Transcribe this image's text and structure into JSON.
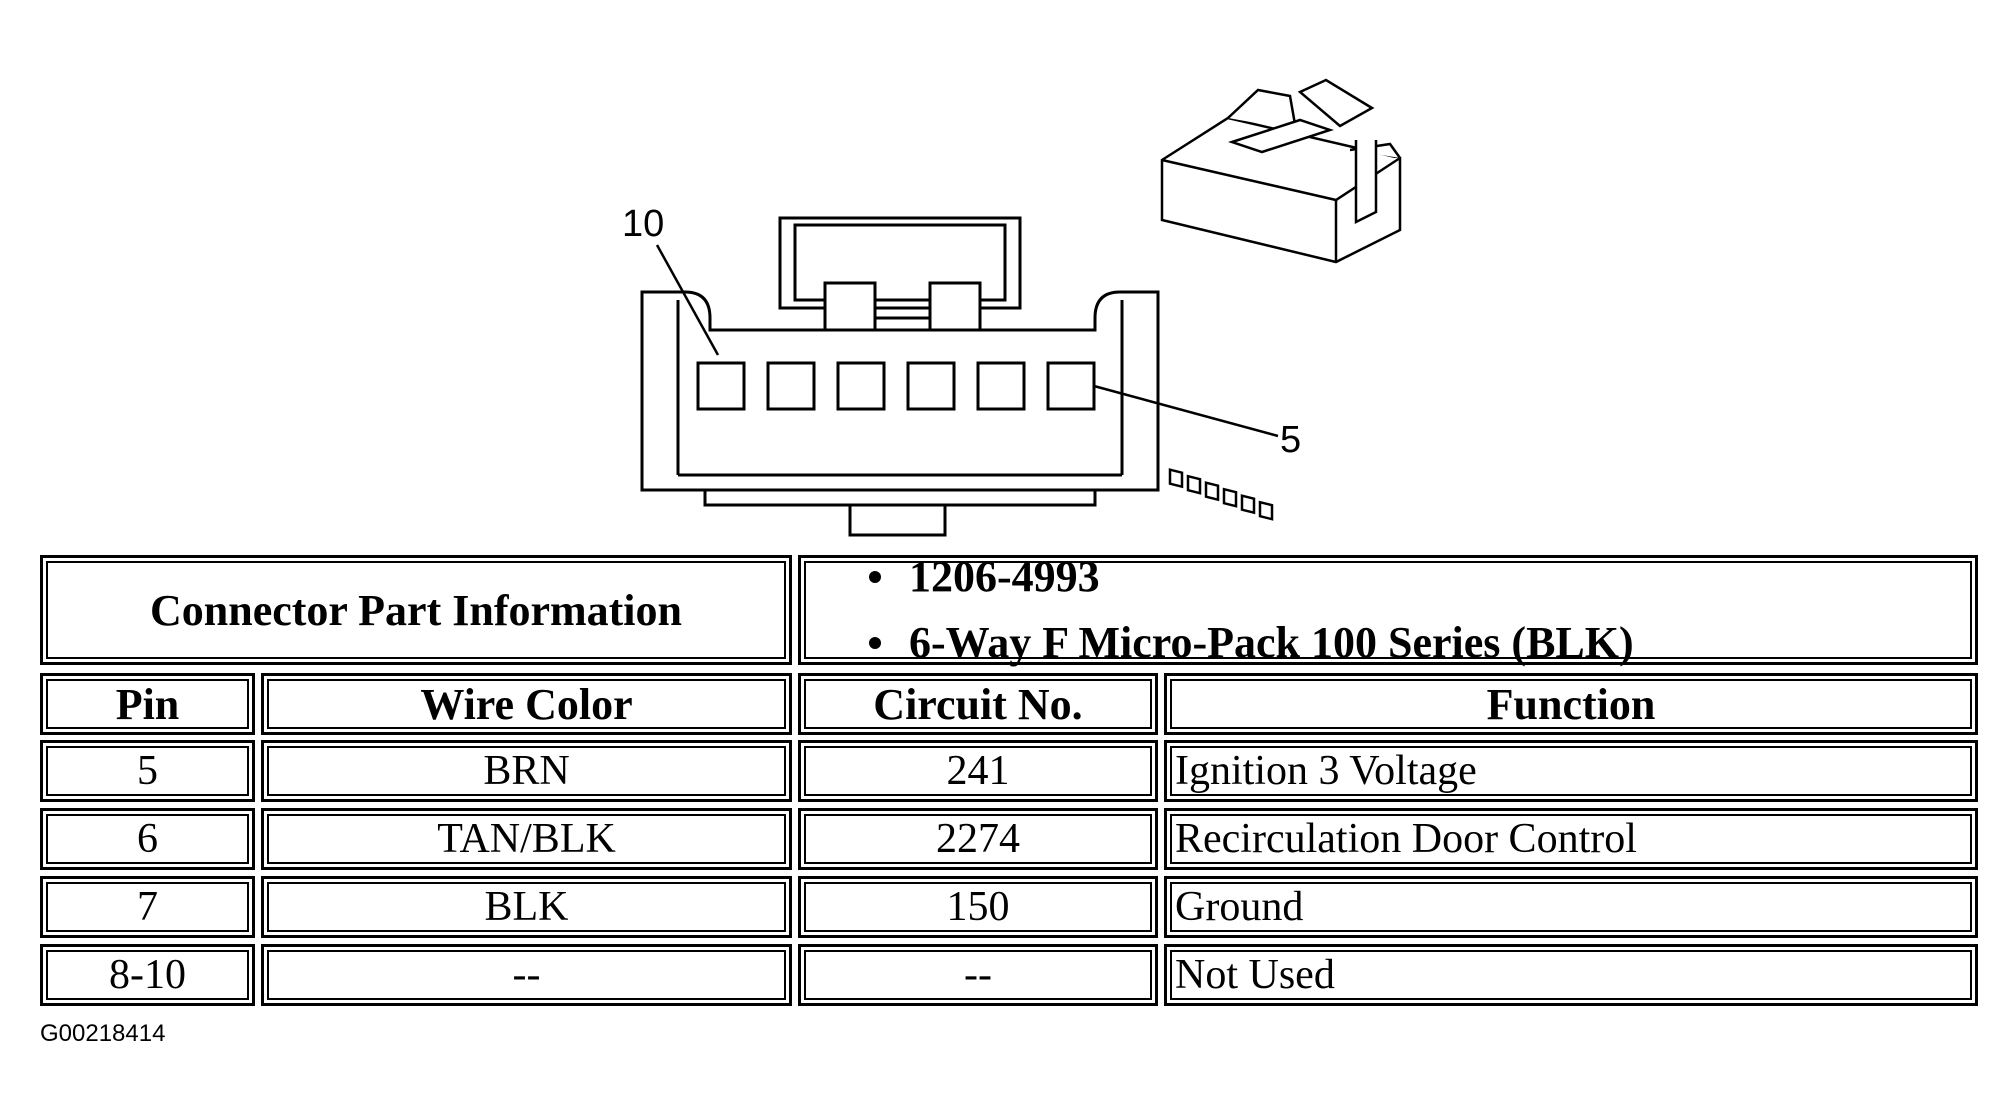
{
  "diagram": {
    "callout_pin_10": "10",
    "callout_pin_5": "5"
  },
  "connector_info": {
    "label": "Connector Part Information",
    "items": [
      "1206-4993",
      "6-Way F Micro-Pack 100 Series (BLK)"
    ]
  },
  "table": {
    "headers": [
      "Pin",
      "Wire Color",
      "Circuit No.",
      "Function"
    ],
    "rows": [
      [
        "5",
        "BRN",
        "241",
        "Ignition 3 Voltage"
      ],
      [
        "6",
        "TAN/BLK",
        "2274",
        "Recirculation Door Control"
      ],
      [
        "7",
        "BLK",
        "150",
        "Ground"
      ],
      [
        "8-10",
        "--",
        "--",
        "Not Used"
      ]
    ]
  },
  "figure_id": "G00218414"
}
